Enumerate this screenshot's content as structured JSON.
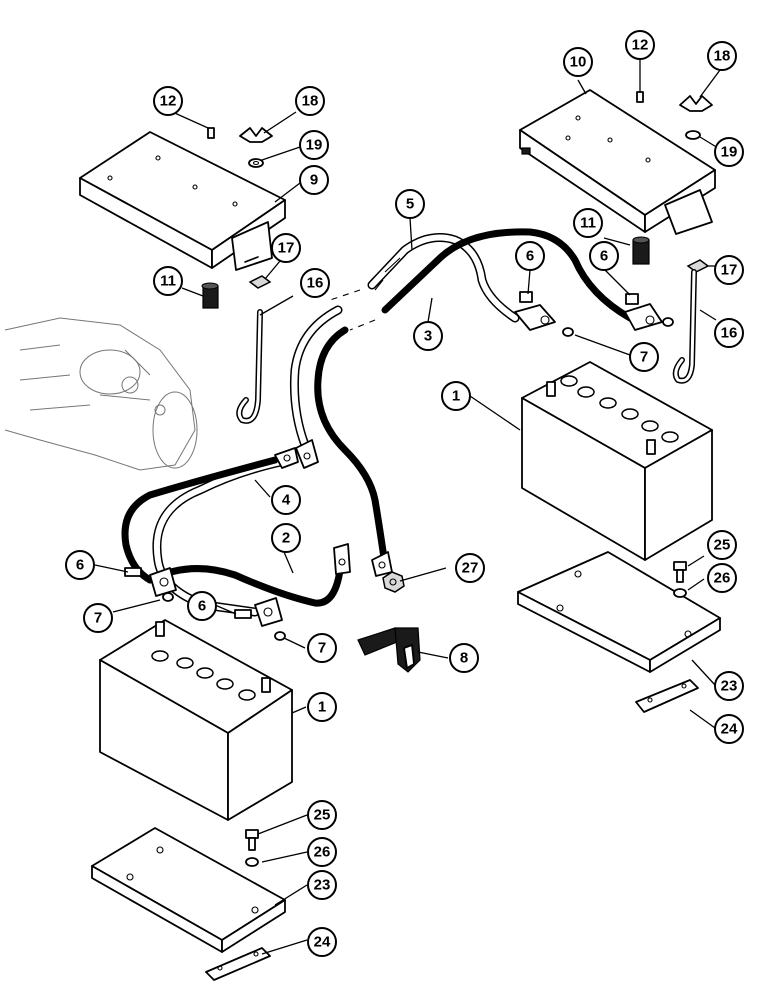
{
  "callouts": [
    {
      "id": "c12a",
      "label": "12"
    },
    {
      "id": "c18a",
      "label": "18"
    },
    {
      "id": "c19a",
      "label": "19"
    },
    {
      "id": "c9",
      "label": "9"
    },
    {
      "id": "c11a",
      "label": "11"
    },
    {
      "id": "c17a",
      "label": "17"
    },
    {
      "id": "c16a",
      "label": "16"
    },
    {
      "id": "c10",
      "label": "10"
    },
    {
      "id": "c12b",
      "label": "12"
    },
    {
      "id": "c18b",
      "label": "18"
    },
    {
      "id": "c19b",
      "label": "19"
    },
    {
      "id": "c11b",
      "label": "11"
    },
    {
      "id": "c17b",
      "label": "17"
    },
    {
      "id": "c16b",
      "label": "16"
    },
    {
      "id": "c5",
      "label": "5"
    },
    {
      "id": "c3",
      "label": "3"
    },
    {
      "id": "c6a",
      "label": "6"
    },
    {
      "id": "c6b",
      "label": "6"
    },
    {
      "id": "c7a",
      "label": "7"
    },
    {
      "id": "c1a",
      "label": "1"
    },
    {
      "id": "c4",
      "label": "4"
    },
    {
      "id": "c2",
      "label": "2"
    },
    {
      "id": "c27",
      "label": "27"
    },
    {
      "id": "c6c",
      "label": "6"
    },
    {
      "id": "c7b",
      "label": "7"
    },
    {
      "id": "c6d",
      "label": "6"
    },
    {
      "id": "c7c",
      "label": "7"
    },
    {
      "id": "c8",
      "label": "8"
    },
    {
      "id": "c1b",
      "label": "1"
    },
    {
      "id": "c25a",
      "label": "25"
    },
    {
      "id": "c26a",
      "label": "26"
    },
    {
      "id": "c23a",
      "label": "23"
    },
    {
      "id": "c24a",
      "label": "24"
    },
    {
      "id": "c25b",
      "label": "25"
    },
    {
      "id": "c26b",
      "label": "26"
    },
    {
      "id": "c23b",
      "label": "23"
    },
    {
      "id": "c24b",
      "label": "24"
    }
  ]
}
